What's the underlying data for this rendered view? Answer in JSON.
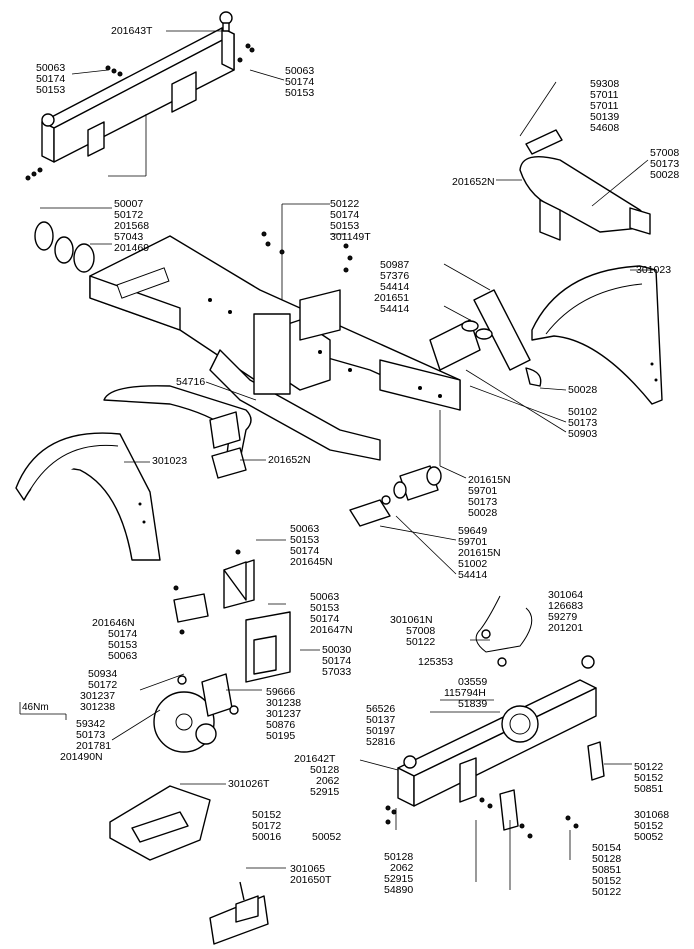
{
  "torque_note": "46Nm",
  "callouts": [
    {
      "id": "c1",
      "label": "201643T"
    },
    {
      "id": "c2",
      "label": "50063"
    },
    {
      "id": "c3",
      "label": "50174"
    },
    {
      "id": "c4",
      "label": "50153"
    },
    {
      "id": "c5",
      "label": "50063"
    },
    {
      "id": "c6",
      "label": "50174"
    },
    {
      "id": "c7",
      "label": "50153"
    },
    {
      "id": "c8",
      "label": "59308"
    },
    {
      "id": "c9",
      "label": "57011"
    },
    {
      "id": "c10",
      "label": "57011"
    },
    {
      "id": "c11",
      "label": "50139"
    },
    {
      "id": "c12",
      "label": "54608"
    },
    {
      "id": "c13",
      "label": "57008"
    },
    {
      "id": "c14",
      "label": "50173"
    },
    {
      "id": "c15",
      "label": "50028"
    },
    {
      "id": "c16",
      "label": "201652N"
    },
    {
      "id": "c17",
      "label": "50007"
    },
    {
      "id": "c18",
      "label": "50172"
    },
    {
      "id": "c19",
      "label": "201568"
    },
    {
      "id": "c20",
      "label": "57043"
    },
    {
      "id": "c21",
      "label": "201469"
    },
    {
      "id": "c22",
      "label": "50122"
    },
    {
      "id": "c23",
      "label": "50174"
    },
    {
      "id": "c24",
      "label": "50153"
    },
    {
      "id": "c25",
      "label": "301149T"
    },
    {
      "id": "c26",
      "label": "50987"
    },
    {
      "id": "c27",
      "label": "57376"
    },
    {
      "id": "c28",
      "label": "54414"
    },
    {
      "id": "c29",
      "label": "201651"
    },
    {
      "id": "c30",
      "label": "54414"
    },
    {
      "id": "c31",
      "label": "301023"
    },
    {
      "id": "c32",
      "label": "50028"
    },
    {
      "id": "c33",
      "label": "50102"
    },
    {
      "id": "c34",
      "label": "50173"
    },
    {
      "id": "c35",
      "label": "50903"
    },
    {
      "id": "c36",
      "label": "54716"
    },
    {
      "id": "c37",
      "label": "301023"
    },
    {
      "id": "c38",
      "label": "201652N"
    },
    {
      "id": "c39",
      "label": "201615N"
    },
    {
      "id": "c40",
      "label": "59701"
    },
    {
      "id": "c41",
      "label": "50173"
    },
    {
      "id": "c42",
      "label": "50028"
    },
    {
      "id": "c43",
      "label": "59649"
    },
    {
      "id": "c44",
      "label": "59701"
    },
    {
      "id": "c45",
      "label": "201615N"
    },
    {
      "id": "c46",
      "label": "51002"
    },
    {
      "id": "c47",
      "label": "54414"
    },
    {
      "id": "c48",
      "label": "50063"
    },
    {
      "id": "c49",
      "label": "50153"
    },
    {
      "id": "c50",
      "label": "50174"
    },
    {
      "id": "c51",
      "label": "201645N"
    },
    {
      "id": "c52",
      "label": "50063"
    },
    {
      "id": "c53",
      "label": "50153"
    },
    {
      "id": "c54",
      "label": "50174"
    },
    {
      "id": "c55",
      "label": "201647N"
    },
    {
      "id": "c56",
      "label": "201646N"
    },
    {
      "id": "c57",
      "label": "50174"
    },
    {
      "id": "c58",
      "label": "50153"
    },
    {
      "id": "c59",
      "label": "50063"
    },
    {
      "id": "c60",
      "label": "50030"
    },
    {
      "id": "c61",
      "label": "50174"
    },
    {
      "id": "c62",
      "label": "57033"
    },
    {
      "id": "c63",
      "label": "301064"
    },
    {
      "id": "c64",
      "label": "126683"
    },
    {
      "id": "c65",
      "label": "59279"
    },
    {
      "id": "c66",
      "label": "201201"
    },
    {
      "id": "c67",
      "label": "301061N"
    },
    {
      "id": "c68",
      "label": "57008"
    },
    {
      "id": "c69",
      "label": "50122"
    },
    {
      "id": "c70",
      "label": "125353"
    },
    {
      "id": "c71",
      "label": "50934"
    },
    {
      "id": "c72",
      "label": "50172"
    },
    {
      "id": "c73",
      "label": "301237"
    },
    {
      "id": "c74",
      "label": "301238"
    },
    {
      "id": "c75",
      "label": "59666"
    },
    {
      "id": "c76",
      "label": "301238"
    },
    {
      "id": "c77",
      "label": "301237"
    },
    {
      "id": "c78",
      "label": "50876"
    },
    {
      "id": "c79",
      "label": "50195"
    },
    {
      "id": "c80",
      "label": "59342"
    },
    {
      "id": "c81",
      "label": "50173"
    },
    {
      "id": "c82",
      "label": "201781"
    },
    {
      "id": "c83",
      "label": "201490N"
    },
    {
      "id": "c84",
      "label": "03559"
    },
    {
      "id": "c85",
      "label": "115794H"
    },
    {
      "id": "c86",
      "label": "51839"
    },
    {
      "id": "c87",
      "label": "56526"
    },
    {
      "id": "c88",
      "label": "50137"
    },
    {
      "id": "c89",
      "label": "50197"
    },
    {
      "id": "c90",
      "label": "52816"
    },
    {
      "id": "c91",
      "label": "201642T"
    },
    {
      "id": "c92",
      "label": "50128"
    },
    {
      "id": "c93",
      "label": "2062"
    },
    {
      "id": "c94",
      "label": "52915"
    },
    {
      "id": "c95",
      "label": "50122"
    },
    {
      "id": "c96",
      "label": "50152"
    },
    {
      "id": "c97",
      "label": "50851"
    },
    {
      "id": "c98",
      "label": "301026T"
    },
    {
      "id": "c99",
      "label": "50152"
    },
    {
      "id": "c100",
      "label": "50172"
    },
    {
      "id": "c101",
      "label": "50016"
    },
    {
      "id": "c102",
      "label": "50052"
    },
    {
      "id": "c103",
      "label": "301068"
    },
    {
      "id": "c104",
      "label": "50152"
    },
    {
      "id": "c105",
      "label": "50052"
    },
    {
      "id": "c106",
      "label": "50154"
    },
    {
      "id": "c107",
      "label": "50128"
    },
    {
      "id": "c108",
      "label": "50851"
    },
    {
      "id": "c109",
      "label": "50152"
    },
    {
      "id": "c110",
      "label": "50122"
    },
    {
      "id": "c111",
      "label": "50128"
    },
    {
      "id": "c112",
      "label": "2062"
    },
    {
      "id": "c113",
      "label": "52915"
    },
    {
      "id": "c114",
      "label": "54890"
    },
    {
      "id": "c115",
      "label": "301065"
    },
    {
      "id": "c116",
      "label": "201650T"
    }
  ]
}
